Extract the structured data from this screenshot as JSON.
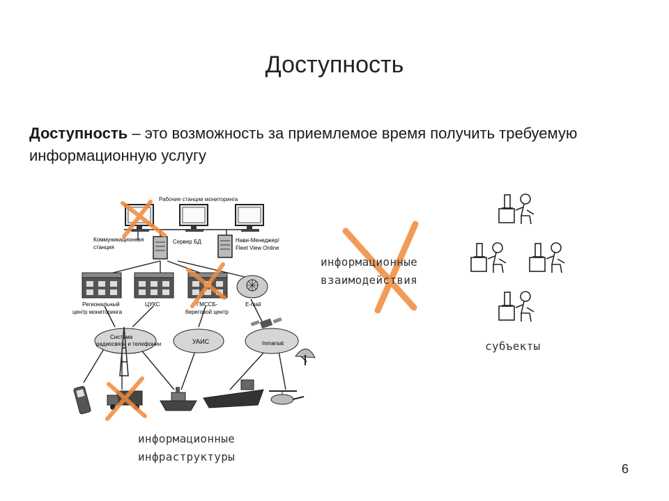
{
  "slide": {
    "title": "Доступность",
    "definition_term": "Доступность",
    "definition_rest": " – это возможность за приемлемое время получить требуемую информационную услугу",
    "page_number": "6"
  },
  "network": {
    "header": "Рабочие станции мониторинга",
    "comm_station_1": "Коммуникационная",
    "comm_station_2": "станция",
    "db_server": "Сервер БД",
    "navi_1": "Нави-Менеджер/",
    "navi_2": "Fleet View Online",
    "regional_1": "Региональный",
    "regional_2": "центр мониторинга",
    "tsuks": "ЦУКС",
    "gmssb_1": "ГМССБ-",
    "gmssb_2": "береговой центр",
    "email": "E-mail",
    "radio_1": "Система",
    "radio_2": "радиосвязи и телефонии",
    "uais": "УАИС",
    "inmarsat": "Inmarsat"
  },
  "captions": {
    "infrastructure_1": "информационные",
    "infrastructure_2": "инфраструктуры",
    "interactions_1": "информационные",
    "interactions_2": "взаимодействия",
    "subjects": "субъекты"
  },
  "colors": {
    "cross": "#f08a3c",
    "ink": "#333333"
  }
}
